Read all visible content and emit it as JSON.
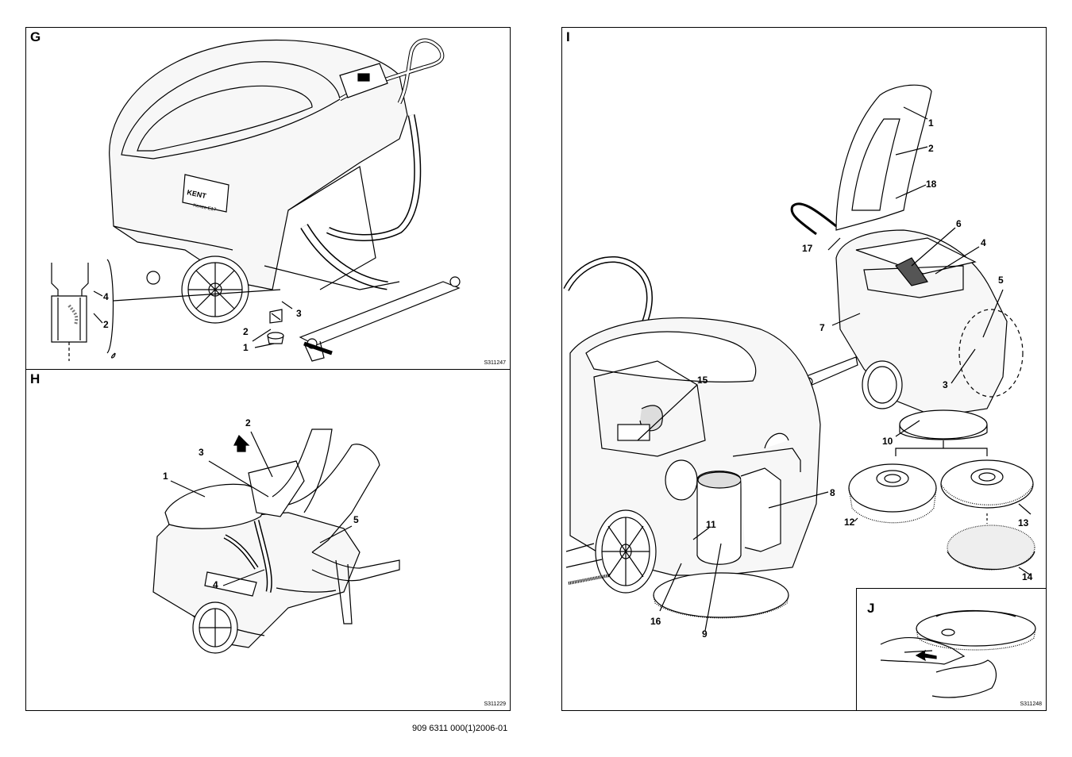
{
  "panels": {
    "G": {
      "letter": "G",
      "code": "S311247",
      "callouts": {
        "c1": "1",
        "c2": "2",
        "c3": "3",
        "inset4": "4",
        "inset2": "2"
      },
      "machine_text": {
        "brand": "KENT",
        "model": "Kenzo E17"
      }
    },
    "H": {
      "letter": "H",
      "code": "S311229",
      "callouts": {
        "c1": "1",
        "c2": "2",
        "c3": "3",
        "c4": "4",
        "c5": "5"
      }
    },
    "I": {
      "letter": "I",
      "callouts": {
        "c1": "1",
        "c2": "2",
        "c3": "3",
        "c4": "4",
        "c5": "5",
        "c6": "6",
        "c7": "7",
        "c8": "8",
        "c9": "9",
        "c10": "10",
        "c11": "11",
        "c12": "12",
        "c13": "13",
        "c14": "14",
        "c15": "15",
        "c16": "16",
        "c17": "17",
        "c18": "18"
      }
    },
    "J": {
      "letter": "J",
      "code": "S311248"
    }
  },
  "footer": "909 6311 000(1)2006-01"
}
